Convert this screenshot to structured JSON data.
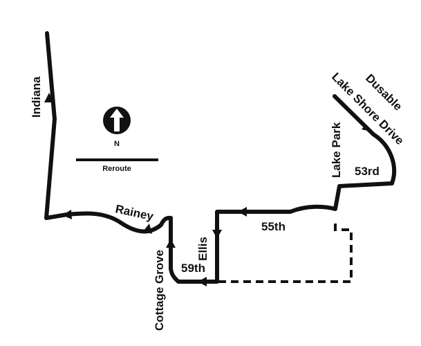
{
  "map": {
    "colors": {
      "route": "#111111",
      "background": "#ffffff"
    },
    "compass": {
      "label": "N",
      "icon": "north-arrow-icon"
    },
    "legend": {
      "label": "Reroute"
    },
    "streets": {
      "indiana": "Indiana",
      "dusable": "Dusable",
      "lake_shore_drive": "Lake Shore Drive",
      "lake_park": "Lake Park",
      "s53rd": "53rd",
      "s55th": "55th",
      "ellis": "Ellis",
      "s59th": "59th",
      "cottage_grove": "Cottage Grove",
      "rainey": "Rainey"
    }
  }
}
